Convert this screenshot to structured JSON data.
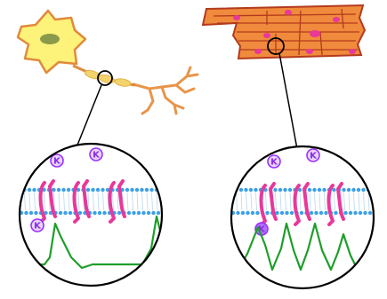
{
  "colors": {
    "background": "#ffffff",
    "neuron_body": "#fdf27a",
    "neuron_outline": "#e08a3c",
    "nucleus": "#8a9a4a",
    "axon_sheath": "#f3d36b",
    "dendrite": "#e8954a",
    "muscle_fill": "#f08a3c",
    "muscle_stripe": "#b23a1e",
    "muscle_nucleus": "#e8389a",
    "membrane": "#3aa0e8",
    "channel": "#e8389a",
    "ion": "#9b30ff",
    "trace": "#1e9e2a",
    "outline": "#000000"
  },
  "panels": [
    {
      "name": "neuron",
      "ion_labels": [
        "K",
        "K",
        "K"
      ]
    },
    {
      "name": "muscle",
      "ion_labels": [
        "K",
        "K",
        "K"
      ]
    }
  ],
  "icons": {
    "neuron": "neuron-cell-icon",
    "muscle": "muscle-fiber-icon",
    "channel": "ion-channel-icon",
    "ion": "potassium-ion-icon"
  }
}
